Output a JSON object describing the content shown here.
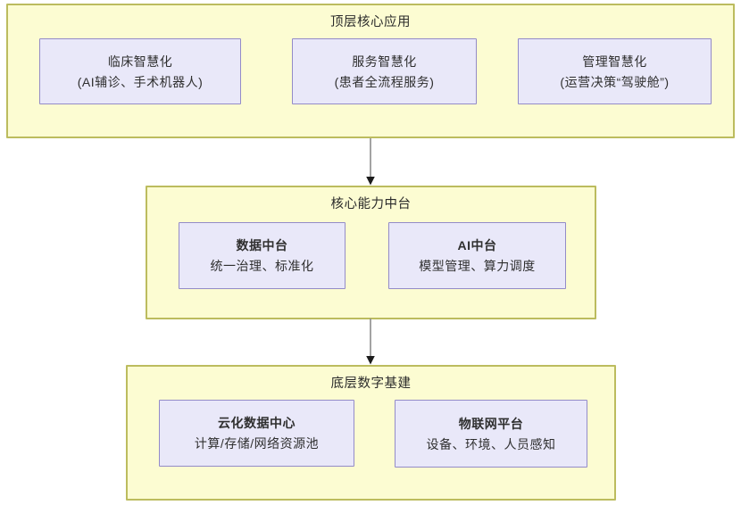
{
  "diagram": {
    "type": "layered-architecture",
    "colors": {
      "layer_fill": "#fcfcd2",
      "layer_border": "#bcbc5e",
      "node_fill": "#e9e8f9",
      "node_border": "#938bc8",
      "text": "#2f2f2f",
      "arrow_line": "#8c8c8c",
      "arrow_head": "#1c1c1c",
      "background": "#ffffff"
    },
    "layers": [
      {
        "id": "top",
        "title": "顶层核心应用",
        "nodes": [
          {
            "title": "临床智慧化",
            "subtitle": "(AI辅诊、手术机器人)"
          },
          {
            "title": "服务智慧化",
            "subtitle": "(患者全流程服务)"
          },
          {
            "title": "管理智慧化",
            "subtitle": "(运营决策“驾驶舱”)"
          }
        ]
      },
      {
        "id": "middle",
        "title": "核心能力中台",
        "nodes": [
          {
            "title": "数据中台",
            "subtitle": "统一治理、标准化"
          },
          {
            "title": "AI中台",
            "subtitle": "模型管理、算力调度"
          }
        ]
      },
      {
        "id": "bottom",
        "title": "底层数字基建",
        "nodes": [
          {
            "title": "云化数据中心",
            "subtitle": "计算/存储/网络资源池"
          },
          {
            "title": "物联网平台",
            "subtitle": "设备、环境、人员感知"
          }
        ]
      }
    ],
    "arrows": [
      {
        "from": "顶层核心应用",
        "to": "核心能力中台",
        "direction": "down"
      },
      {
        "from": "核心能力中台",
        "to": "底层数字基建",
        "direction": "down"
      }
    ]
  }
}
